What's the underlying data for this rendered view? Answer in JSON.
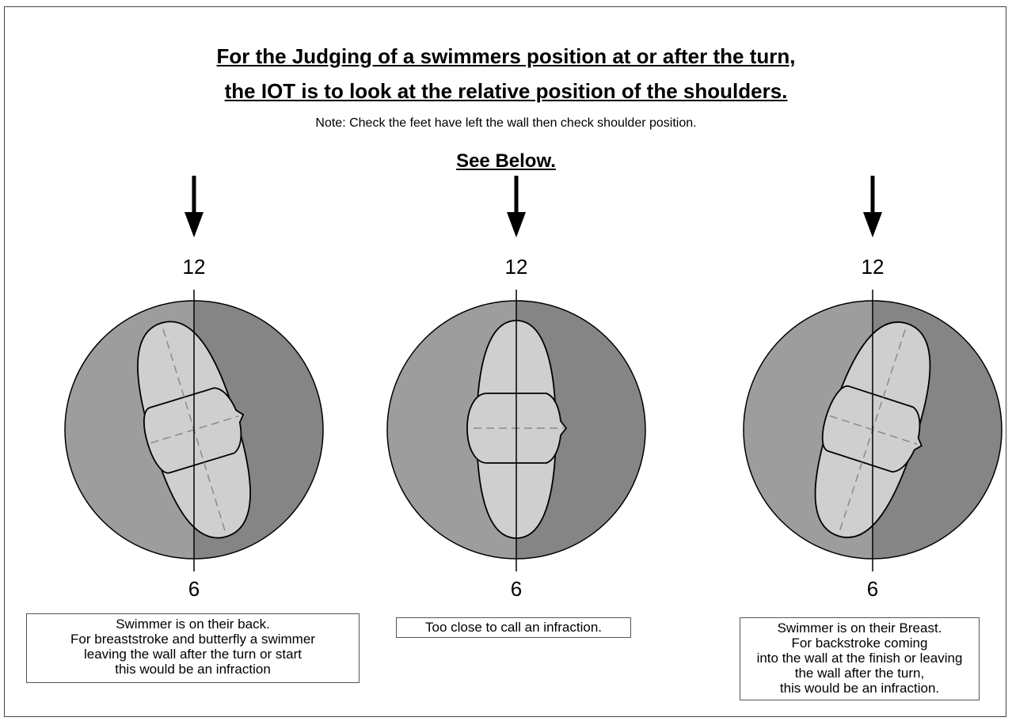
{
  "header": {
    "title_line1": "For the Judging of a swimmers position at or after the turn,",
    "title_line2": "the IOT is to look at the relative position of the shoulders.",
    "note": "Note: Check the feet have left the wall then check shoulder position.",
    "see_below": "See Below."
  },
  "diagrams": [
    {
      "top_label": "12",
      "bottom_label": "6",
      "caption": "Swimmer is on their back.\nFor breaststroke and butterfly a swimmer\nleaving the wall after the turn or start\nthis would be an infraction"
    },
    {
      "top_label": "12",
      "bottom_label": "6",
      "caption": "Too close to call an infraction."
    },
    {
      "top_label": "12",
      "bottom_label": "6",
      "caption": "Swimmer is on their Breast.\nFor backstroke coming\ninto the wall at the finish or leaving\nthe wall after the turn,\nthis would be an infraction."
    }
  ],
  "colors": {
    "left_half": "#9d9d9d",
    "right_half": "#858585",
    "swimmer_fill": "#cfcfcf",
    "outline": "#000000",
    "dashed_axis": "#8a8a8a"
  }
}
